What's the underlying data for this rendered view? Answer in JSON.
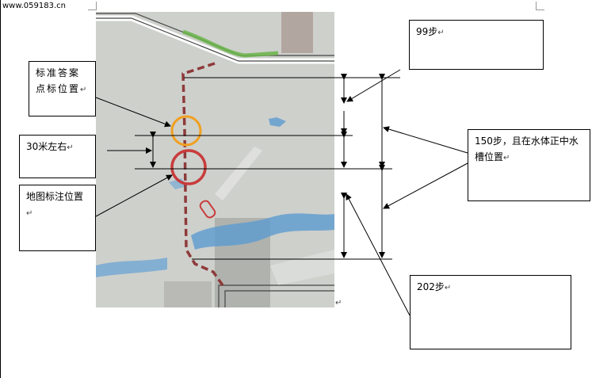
{
  "watermark": "www.059183.cn",
  "paragraph_mark": "↵",
  "labels": {
    "standard_answer": "标准答案点标位置",
    "thirty_m": "30米左右",
    "map_marked": "地图标注位置",
    "steps_99": "99步",
    "steps_150": "150步，且在水体正中水槽位置",
    "steps_202": "202步"
  },
  "colors": {
    "photo_bg": "#c9cac6",
    "route": "#8e3a3a",
    "green_edge": "#6bb54a",
    "water": "#5d9bd0",
    "orange_circle": "#f0a020",
    "red_circle": "#c83c3c",
    "building": "#a89a92"
  }
}
